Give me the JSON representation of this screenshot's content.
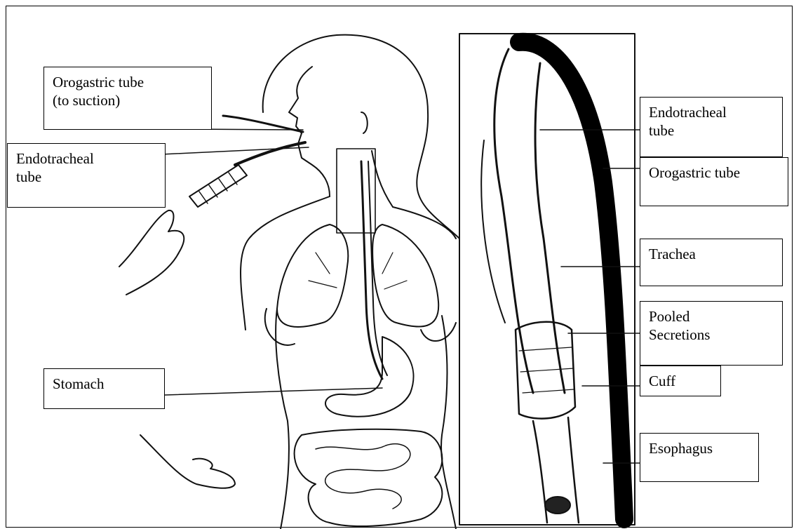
{
  "diagram": {
    "labels": {
      "orogastric_left": "Orogastric tube\n(to suction)",
      "endotracheal_left": "Endotracheal\ntube",
      "stomach": "Stomach",
      "endotracheal_right": "Endotracheal\ntube",
      "orogastric_right": "Orogastric tube",
      "trachea": "Trachea",
      "pooled_secretions": "Pooled\nSecretions",
      "cuff": "Cuff",
      "esophagus": "Esophagus"
    }
  }
}
